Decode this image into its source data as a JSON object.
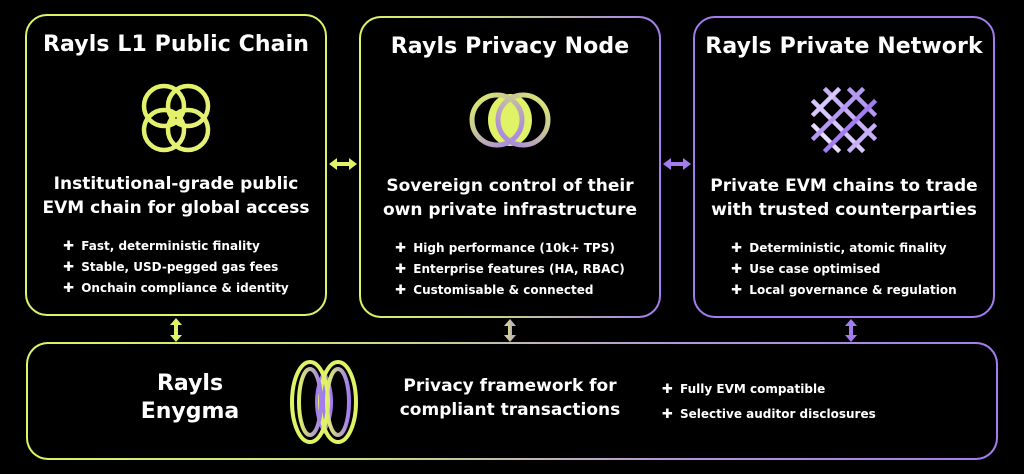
{
  "colors": {
    "lime": "#e0f265",
    "purple": "#a37cf0",
    "background": "#000000",
    "text": "#ffffff"
  },
  "cards": [
    {
      "title": "Rayls L1 Public Chain",
      "icon": "overlapping-circles-icon",
      "subtitle_lines": [
        "Institutional-grade public",
        "EVM chain for global access"
      ],
      "bullets": [
        "Fast, deterministic finality",
        "Stable, USD-pegged gas fees",
        "Onchain compliance & identity"
      ]
    },
    {
      "title": "Rayls Privacy Node",
      "icon": "two-interlocked-circles-icon",
      "subtitle_lines": [
        "Sovereign control of their",
        "own private infrastructure"
      ],
      "bullets": [
        "High performance (10k+ TPS)",
        "Enterprise features (HA, RBAC)",
        "Customisable & connected"
      ]
    },
    {
      "title": "Rayls Private Network",
      "icon": "lattice-grid-icon",
      "subtitle_lines": [
        "Private EVM chains to trade",
        "with trusted counterparties"
      ],
      "bullets": [
        "Deterministic, atomic finality",
        "Use case optimised",
        "Local governance & regulation"
      ]
    }
  ],
  "enygma": {
    "title_lines": [
      "Rayls",
      "Enygma"
    ],
    "icon": "nested-rings-icon",
    "subtitle_lines": [
      "Privacy framework for",
      "compliant transactions"
    ],
    "bullets": [
      "Fully EVM compatible",
      "Selective auditor disclosures"
    ]
  },
  "bullet_symbol": "✚"
}
